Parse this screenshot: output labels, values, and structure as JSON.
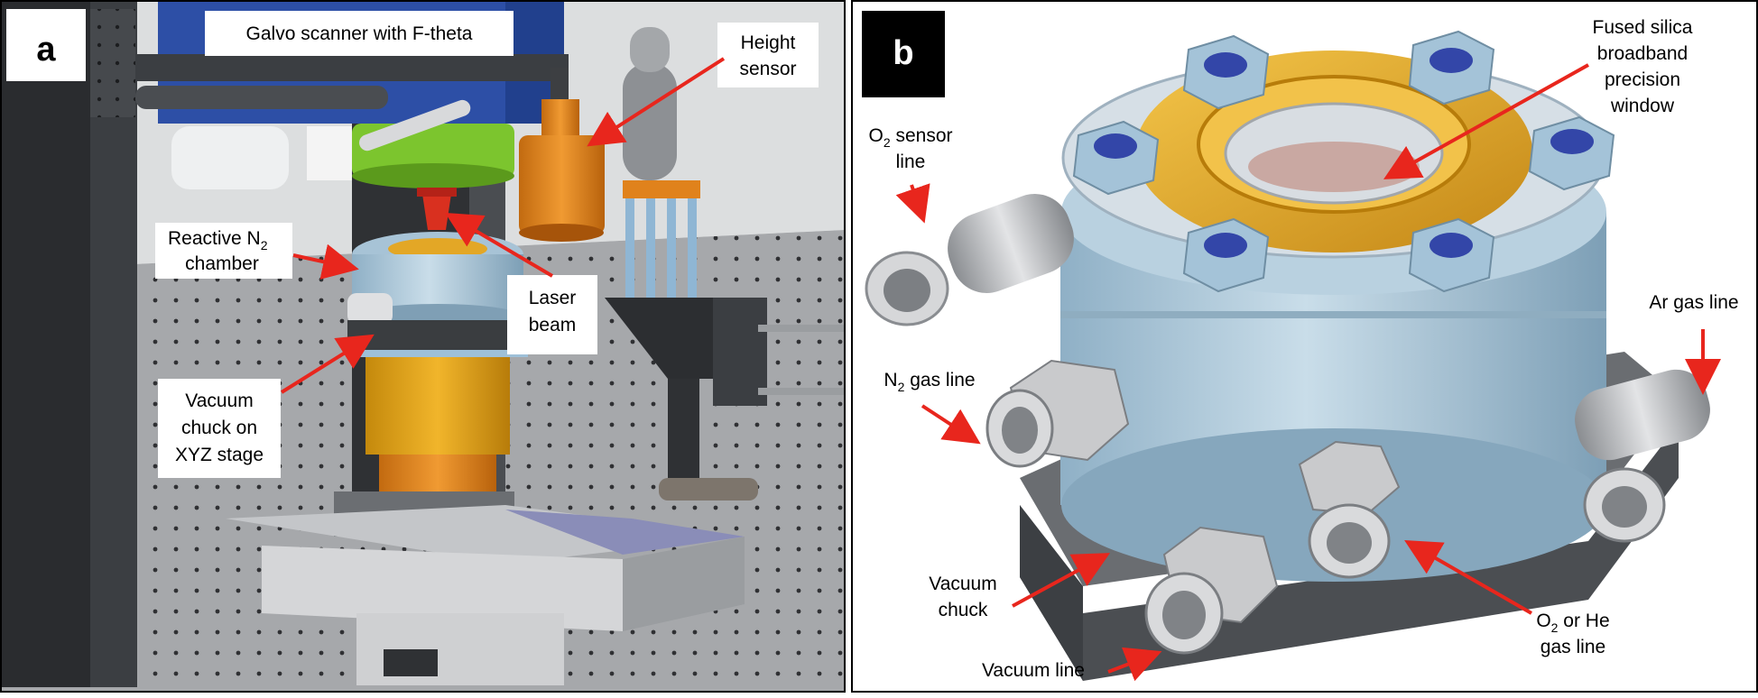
{
  "panel_a": {
    "letter": "a",
    "labels": {
      "galvo": "Galvo scanner with F-theta",
      "height_l1": "Height",
      "height_l2": "sensor",
      "reactive_l1": "Reactive N",
      "reactive_sub": "2",
      "reactive_l2": "chamber",
      "laser_l1": "Laser",
      "laser_l2": "beam",
      "vacuum_l1": "Vacuum",
      "vacuum_l2": "chuck on",
      "vacuum_l3": "XYZ stage"
    }
  },
  "panel_b": {
    "letter": "b",
    "labels": {
      "fused_l1": "Fused silica",
      "fused_l2": "broadband",
      "fused_l3": "precision",
      "fused_l4": "window",
      "o2sensor_pre": "O",
      "o2sensor_sub": "2",
      "o2sensor_post": " sensor",
      "o2sensor_l2": "line",
      "ar": "Ar gas line",
      "n2_pre": "N",
      "n2_sub": "2",
      "n2_post": " gas line",
      "chuck_l1": "Vacuum",
      "chuck_l2": "chuck",
      "vacline": "Vacuum line",
      "o2he_pre": "O",
      "o2he_sub": "2",
      "o2he_post": " or He",
      "o2he_l2": "gas line"
    }
  },
  "colors": {
    "arrow": "#e8261d",
    "gold": "#e3a726",
    "light_blue": "#b9d1e0",
    "bolt_blue": "#3346a8",
    "galvo_blue": "#2d4fa6",
    "orange": "#e0821c",
    "green": "#7cc52e",
    "dark_grey": "#5a5d61",
    "table_grey": "#a2a4a7"
  }
}
